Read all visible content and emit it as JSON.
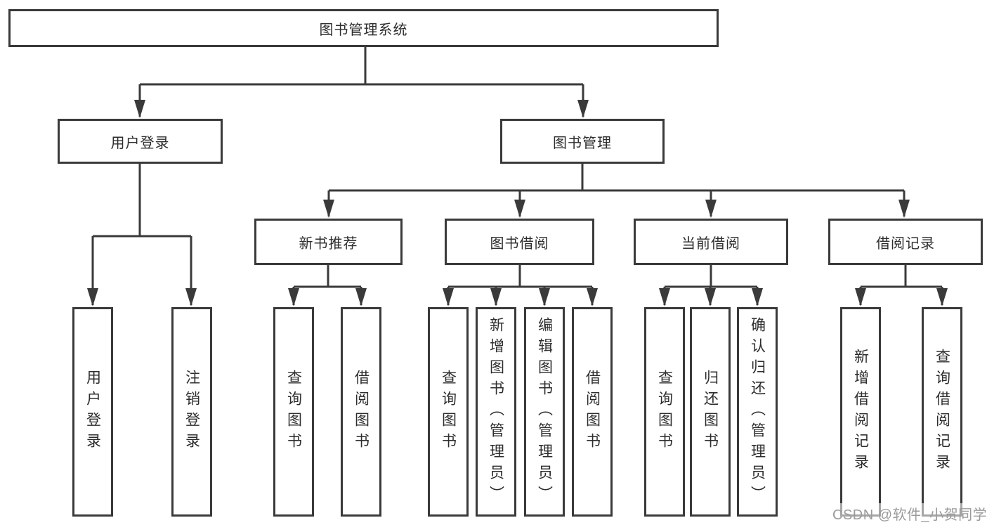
{
  "diagram": {
    "title": "图书管理系统",
    "nodes": {
      "root": "图书管理系统",
      "user_login": "用户登录",
      "book_mgmt": "图书管理",
      "new_book_rec": "新书推荐",
      "book_borrow": "图书借阅",
      "current_borrow": "当前借阅",
      "borrow_record": "借阅记录",
      "leaf_user_login": "用户登录",
      "leaf_logout": "注销登录",
      "leaf_nbr_query": "查询图书",
      "leaf_nbr_borrow": "借阅图书",
      "leaf_bb_query": "查询图书",
      "leaf_bb_add": "新增图书（管理员）",
      "leaf_bb_edit": "编辑图书（管理员）",
      "leaf_bb_borrow": "借阅图书",
      "leaf_cb_query": "查询图书",
      "leaf_cb_return": "归还图书",
      "leaf_cb_confirm": "确认归还（管理员）",
      "leaf_br_add": "新增借阅记录",
      "leaf_br_query": "查询借阅记录"
    },
    "hierarchy": {
      "图书管理系统": {
        "用户登录": [
          "用户登录",
          "注销登录"
        ],
        "图书管理": {
          "新书推荐": [
            "查询图书",
            "借阅图书"
          ],
          "图书借阅": [
            "查询图书",
            "新增图书（管理员）",
            "编辑图书（管理员）",
            "借阅图书"
          ],
          "当前借阅": [
            "查询图书",
            "归还图书",
            "确认归还（管理员）"
          ],
          "借阅记录": [
            "新增借阅记录",
            "查询借阅记录"
          ]
        }
      }
    },
    "colors": {
      "line": "#3a3a3a",
      "border": "#3a3a3a",
      "text": "#2d2d2d",
      "background": "#ffffff",
      "watermark": "#9b9b9b"
    }
  },
  "watermark": {
    "text": "CSDN @软件_小贺同学"
  }
}
